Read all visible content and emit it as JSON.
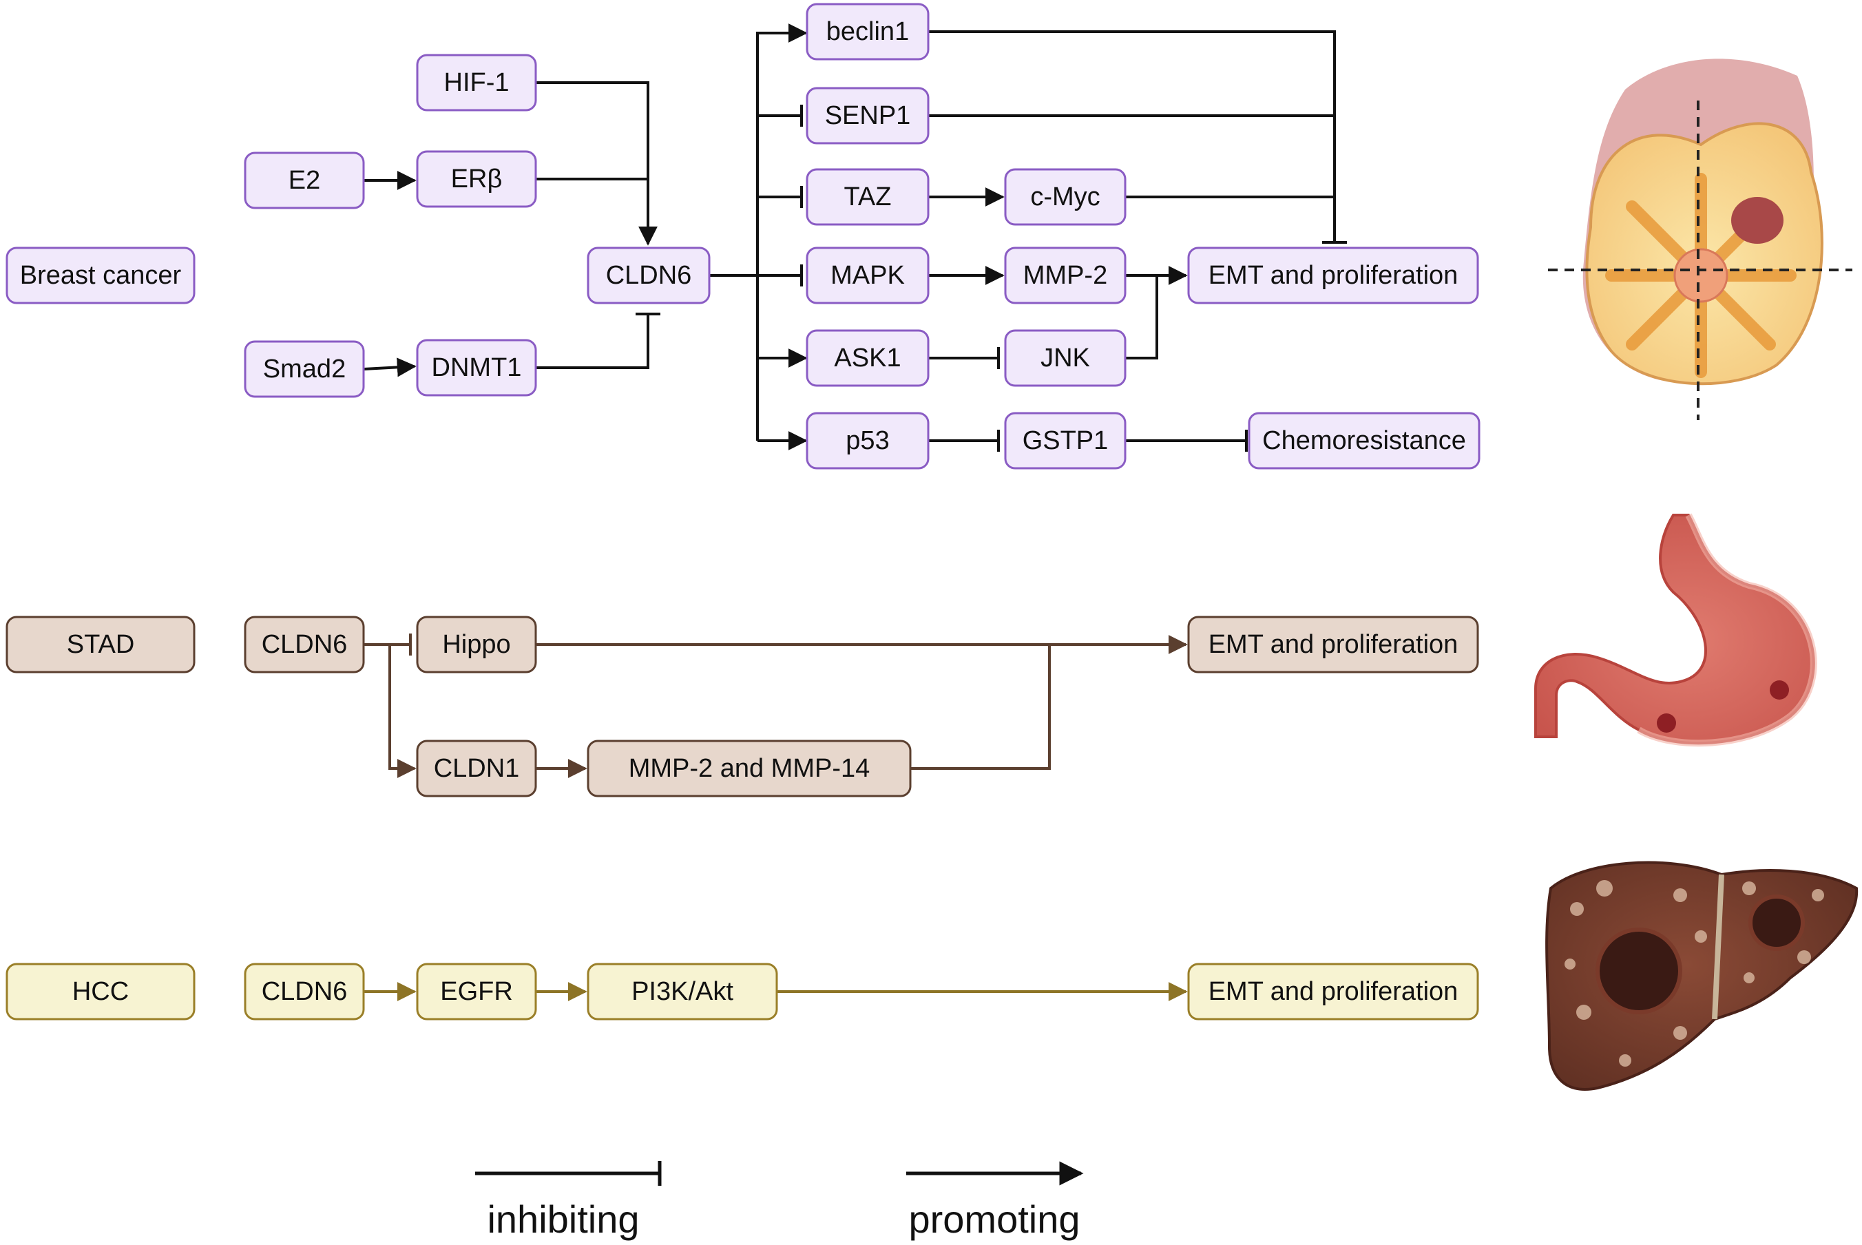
{
  "colors": {
    "breast_fill": "#f1e9fb",
    "breast_stroke": "#8a5cc4",
    "stad_fill": "#e7d7cc",
    "stad_stroke": "#5b3f2f",
    "stad_line": "#5b3f2f",
    "hcc_fill": "#f7f3d2",
    "hcc_stroke": "#9a7f28",
    "hcc_line": "#8d7426",
    "line": "#111111"
  },
  "breast": {
    "label": "Breast cancer",
    "hif1": "HIF-1",
    "e2": "E2",
    "erb": "ERβ",
    "smad2": "Smad2",
    "dnmt1": "DNMT1",
    "cldn6": "CLDN6",
    "beclin1": "beclin1",
    "senp1": "SENP1",
    "taz": "TAZ",
    "cmyc": "c-Myc",
    "mapk": "MAPK",
    "mmp2": "MMP-2",
    "ask1": "ASK1",
    "jnk": "JNK",
    "p53": "p53",
    "gstp1": "GSTP1",
    "emt": "EMT and proliferation",
    "chemo": "Chemoresistance"
  },
  "stad": {
    "label": "STAD",
    "cldn6": "CLDN6",
    "hippo": "Hippo",
    "cldn1": "CLDN1",
    "mmp": "MMP-2 and MMP-14",
    "emt": "EMT and proliferation"
  },
  "hcc": {
    "label": "HCC",
    "cldn6": "CLDN6",
    "egfr": "EGFR",
    "pi3k": "PI3K/Akt",
    "emt": "EMT and proliferation"
  },
  "legend": {
    "inhibiting": "inhibiting",
    "promoting": "promoting"
  },
  "illustrations": {
    "breast": "breast-tumor-illustration",
    "stomach": "stomach-ulcer-illustration",
    "liver": "liver-tumor-illustration"
  }
}
